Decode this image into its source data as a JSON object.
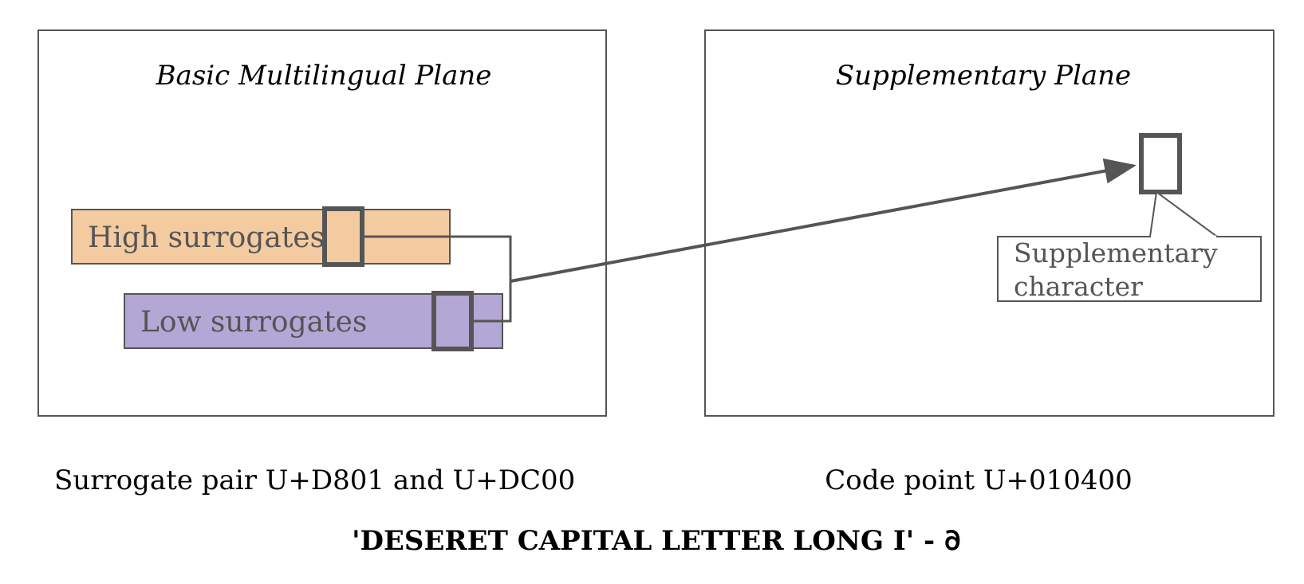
{
  "bmp": {
    "title": "Basic Multilingual Plane",
    "high_surrogates": "High surrogates",
    "low_surrogates": "Low surrogates",
    "caption": "Surrogate pair U+D801 and U+DC00"
  },
  "supplementary": {
    "title": "Supplementary Plane",
    "callout_line1": "Supplementary",
    "callout_line2": "character",
    "caption": "Code point U+010400"
  },
  "footer": "'DESERET CAPITAL LETTER LONG I' - 𐐀",
  "colors": {
    "high_fill": "#f4cba0",
    "low_fill": "#b3a7d6",
    "stroke": "#555555",
    "box_border": "#555555"
  }
}
